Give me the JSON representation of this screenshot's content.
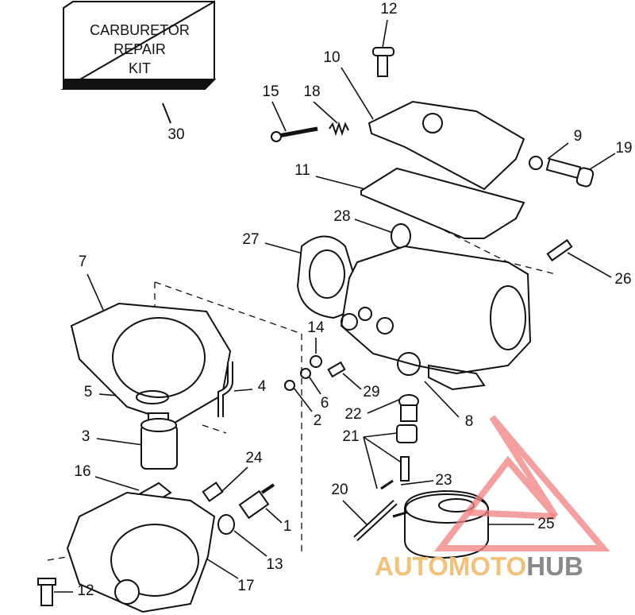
{
  "kit_box": {
    "line1": "CARBURETOR",
    "line2": "REPAIR",
    "line3": "KIT"
  },
  "callouts": {
    "c12_top": "12",
    "c10": "10",
    "c15": "15",
    "c18": "18",
    "c30": "30",
    "c9": "9",
    "c19": "19",
    "c11": "11",
    "c28": "28",
    "c27": "27",
    "c26": "26",
    "c7": "7",
    "c14": "14",
    "c4": "4",
    "c5": "5",
    "c6": "6",
    "c29": "29",
    "c2": "2",
    "c22": "22",
    "c8": "8",
    "c21": "21",
    "c3": "3",
    "c24": "24",
    "c16": "16",
    "c23": "23",
    "c20": "20",
    "c25": "25",
    "c1": "1",
    "c13": "13",
    "c17": "17",
    "c12_bottom": "12"
  },
  "watermark": {
    "part1": "AUTOMOTO",
    "part2": "HUB",
    "color_primary": "#f2c27a",
    "color_secondary": "#8a8a8a",
    "logo_color": "#f08080"
  }
}
